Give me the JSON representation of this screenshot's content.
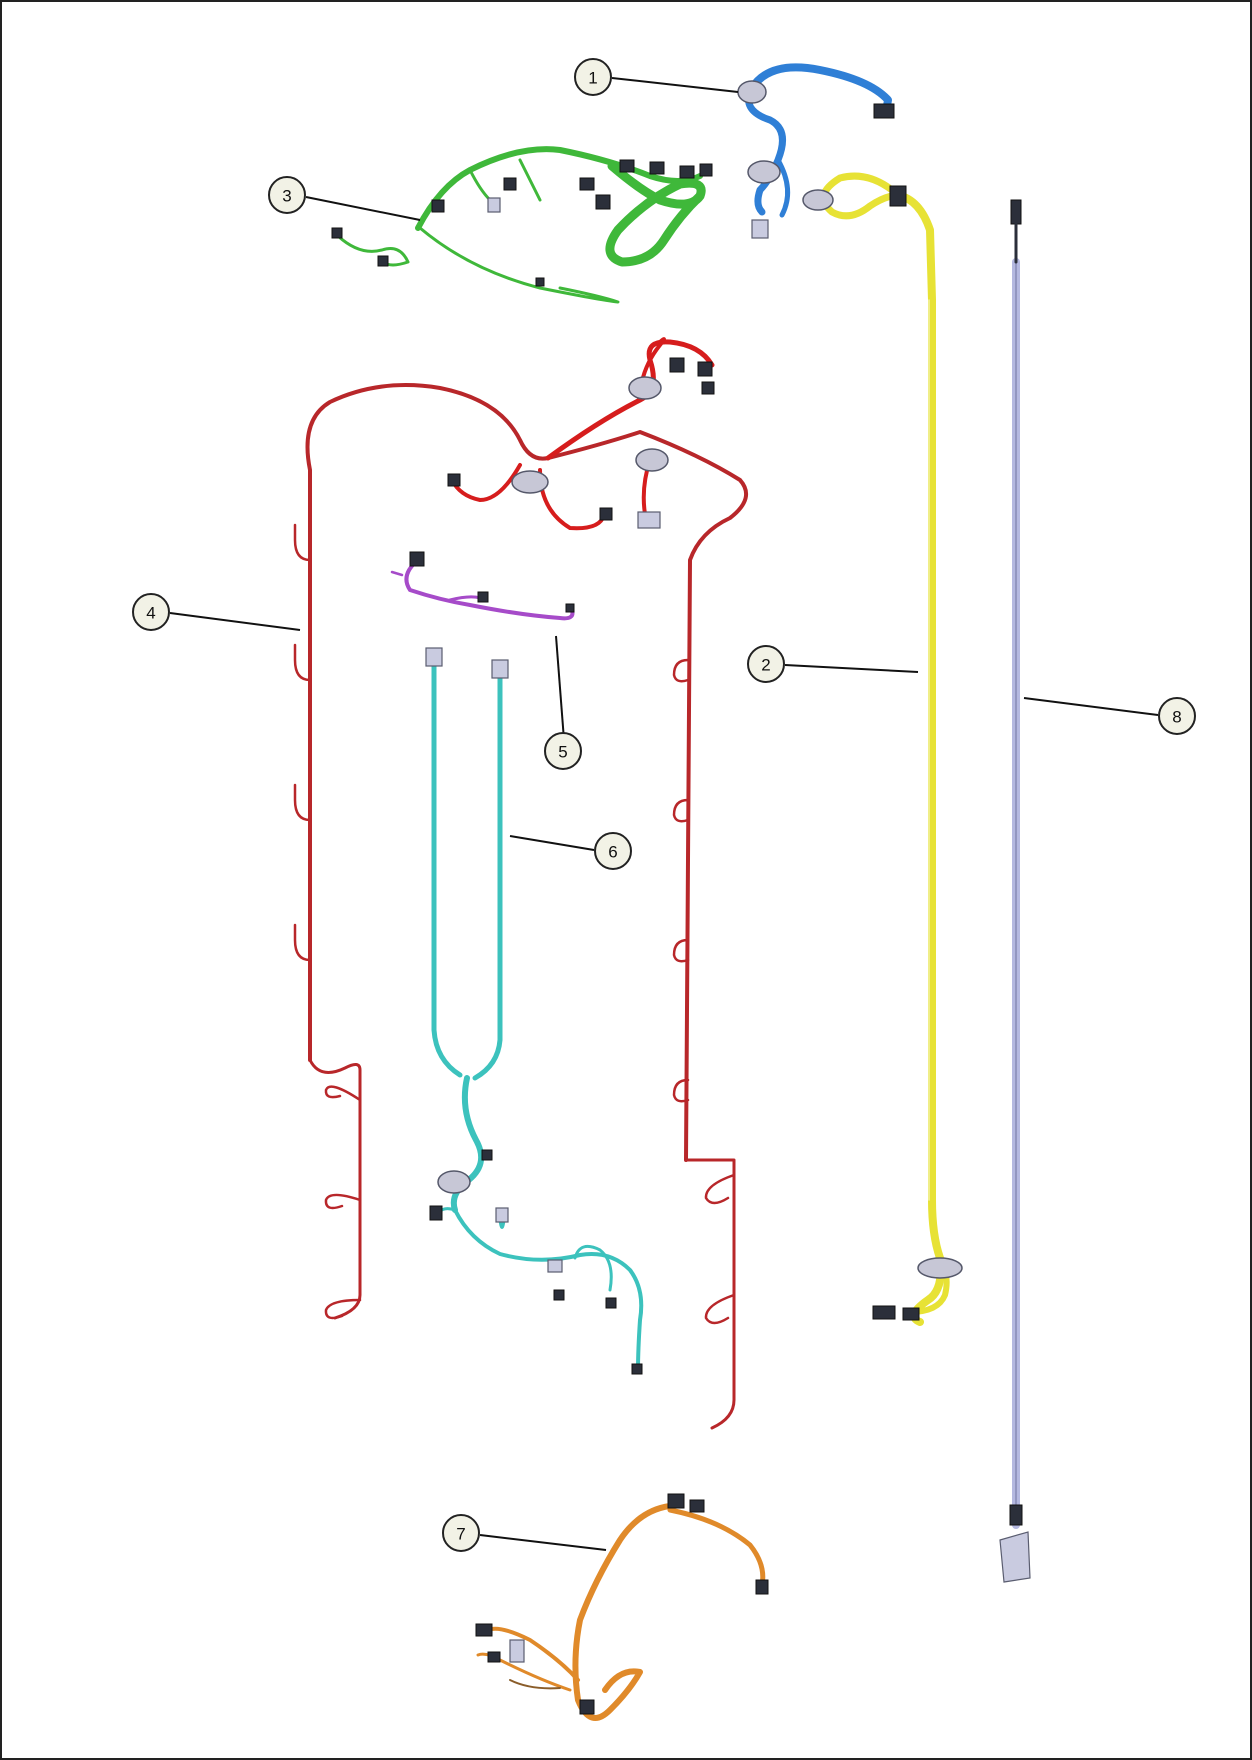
{
  "diagram": {
    "callouts": [
      {
        "id": "1",
        "label": "1",
        "color": "#2f7fd6"
      },
      {
        "id": "2",
        "label": "2",
        "color": "#e7e235"
      },
      {
        "id": "3",
        "label": "3",
        "color": "#3fb83a"
      },
      {
        "id": "4",
        "label": "4",
        "color": "#b8272a"
      },
      {
        "id": "5",
        "label": "5",
        "color": "#a64bc9"
      },
      {
        "id": "6",
        "label": "6",
        "color": "#3cc2bd"
      },
      {
        "id": "7",
        "label": "7",
        "color": "#e08a2a"
      },
      {
        "id": "8",
        "label": "8",
        "color": "#b4b8e0"
      }
    ]
  }
}
